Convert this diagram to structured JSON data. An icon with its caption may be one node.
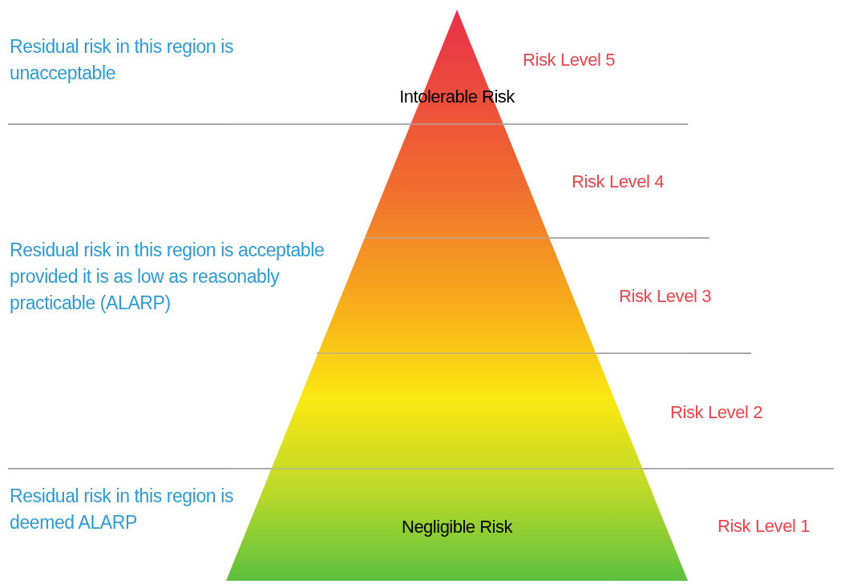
{
  "diagram": {
    "nodes": [
      {
        "text": [
          "Intolerable Risk",
          "Negligible Risk"
        ]
      }
    ],
    "labels": [
      "Residual risk in this region is unacceptable",
      "Risk Level 5",
      "Risk Level 4",
      "Residual risk in this region is acceptable provided it is as low as reasonably practicable (ALARP)",
      "Risk Level 3",
      "Risk Level 2",
      "Residual risk in this region is deemed ALARP",
      "Risk Level 1"
    ]
  }
}
